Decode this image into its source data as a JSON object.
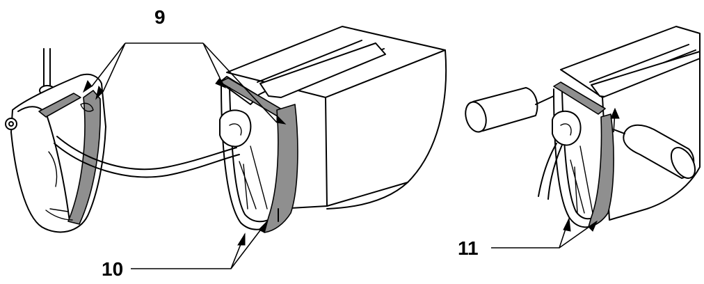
{
  "callouts": {
    "label_9": "9",
    "label_10": "10",
    "label_11": "11"
  }
}
